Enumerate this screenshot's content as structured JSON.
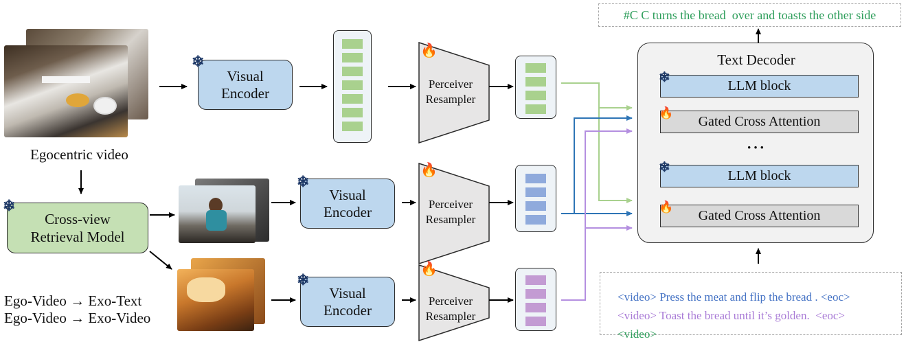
{
  "inputs": {
    "egocentric_label": "Egocentric video",
    "retrieval_mode_1": "Ego-Video → Exo-Text",
    "retrieval_mode_2": "Ego-Video → Exo-Video"
  },
  "modules": {
    "visual_encoder": "Visual Encoder",
    "visual_encoder_line1": "Visual",
    "visual_encoder_line2": "Encoder",
    "perceiver_line1": "Perceiver",
    "perceiver_line2": "Resampler",
    "retrieval_line1": "Cross-view",
    "retrieval_line2": "Retrieval Model"
  },
  "decoder": {
    "title": "Text Decoder",
    "llm_block": "LLM block",
    "gated_cross_attention": "Gated Cross Attention",
    "ellipsis": "···"
  },
  "output_caption": "#C C turns the bread  over and toasts the other side",
  "prompt": {
    "line1_tag": "<video>",
    "line1_text": " Press the meat and flip the bread .",
    "line1_end": " <eoc>",
    "line2_tag": "<video>",
    "line2_text": " Toast the bread until it’s golden. ",
    "line2_end": " <eoc>",
    "line3_tag": "<video>"
  },
  "icons": {
    "frozen": "snowflake-icon",
    "trainable": "fire-icon"
  },
  "colors": {
    "encoder_fill": "#bdd7ee",
    "retrieval_fill": "#c5e0b4",
    "green_tokens": "#a9d18e",
    "blue_tokens": "#8faadc",
    "purple_tokens": "#c39bd3",
    "green_arrow": "#a9d18e",
    "blue_arrow": "#2e75b6",
    "purple_arrow": "#b48fe0",
    "caption_green": "#2e9e5b",
    "prompt_blue": "#4472c4",
    "prompt_purple": "#a97bd6",
    "prompt_green": "#2e9e5b"
  }
}
